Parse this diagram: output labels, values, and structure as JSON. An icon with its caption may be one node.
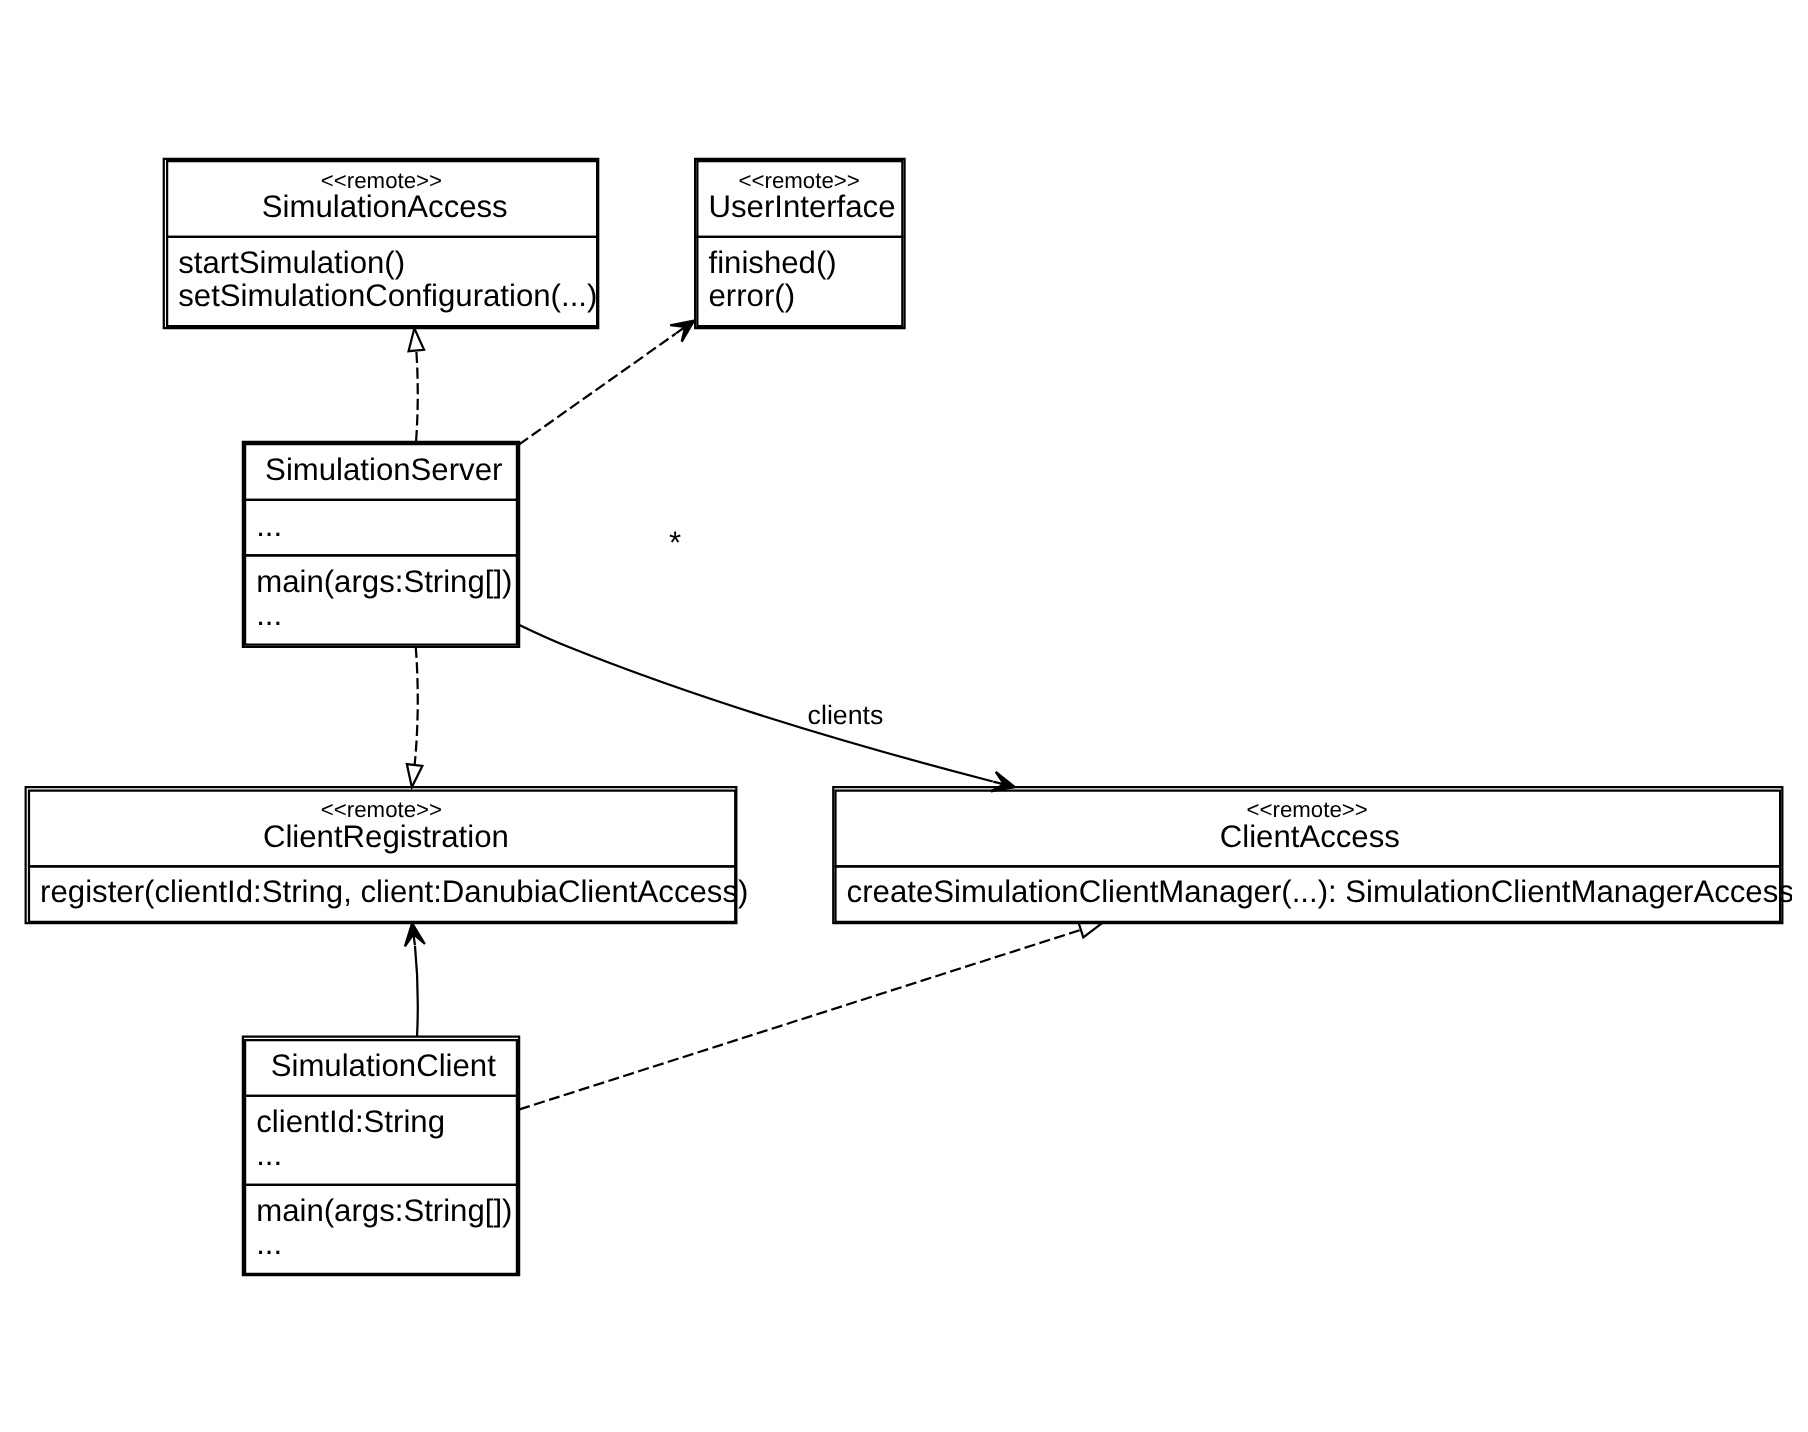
{
  "diagram": {
    "nodes": [
      {
        "text": [
          "<<remote>>",
          "SimulationAccess",
          "startSimulation()",
          "setSimulationConfiguration(...)"
        ]
      },
      {
        "text": [
          "<<remote>>",
          "UserInterface",
          "finished()",
          "error()"
        ]
      },
      {
        "text": [
          "SimulationServer",
          "...",
          "main(args:String[])",
          "..."
        ]
      },
      {
        "text": [
          "<<remote>>",
          "ClientRegistration",
          "register(clientId:String, client:DanubiaClientAccess)"
        ]
      },
      {
        "text": [
          "<<remote>>",
          "ClientAccess",
          "createSimulationClientManager(...): SimulationClientManagerAccess"
        ]
      },
      {
        "text": [
          "SimulationClient",
          "clientId:String",
          "...",
          "main(args:String[])",
          "..."
        ]
      }
    ],
    "edges": [
      {
        "from": 2,
        "to": 0,
        "arrow": "to",
        "style": "dashed"
      },
      {
        "from": 2,
        "to": 1,
        "arrow": "to",
        "style": "dashed"
      },
      {
        "from": 2,
        "to": 3,
        "arrow": "to",
        "style": "dashed"
      },
      {
        "from": 2,
        "to": 4,
        "arrow": "to",
        "label": "clients"
      },
      {
        "from": 5,
        "to": 3,
        "arrow": "to"
      },
      {
        "from": 5,
        "to": 4,
        "arrow": "to",
        "style": "dashed"
      }
    ],
    "labels": [
      "*"
    ]
  }
}
